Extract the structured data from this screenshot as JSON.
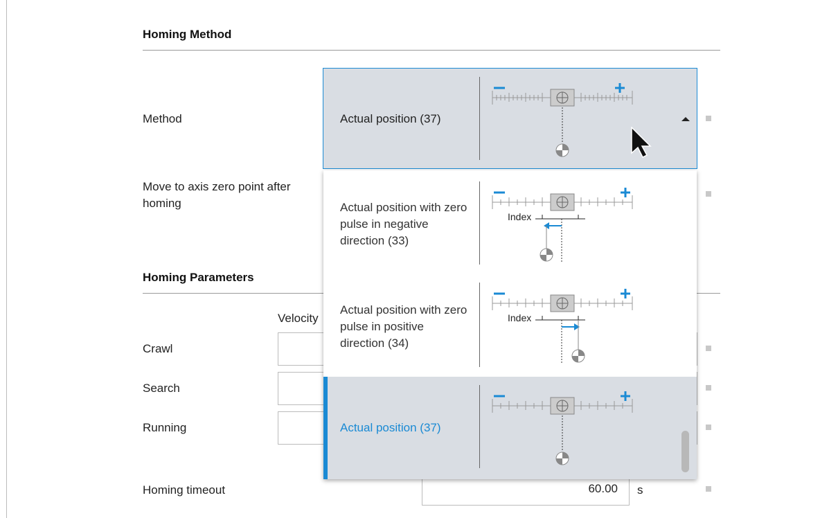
{
  "homing_method": {
    "section_title": "Homing Method",
    "method_label": "Method",
    "method_value": "Actual position (37)",
    "move_zero_label_line1": "Move to axis zero point after",
    "move_zero_label_line2": "homing"
  },
  "dropdown": {
    "options": [
      {
        "line1": "Actual position with zero",
        "line2": "pulse in negative",
        "line3": "direction (33)",
        "diagram_label": "Index"
      },
      {
        "line1": "Actual position with zero",
        "line2": "pulse in positive",
        "line3": "direction (34)",
        "diagram_label": "Index"
      },
      {
        "line1": "Actual position (37)"
      }
    ],
    "selected_index": 2
  },
  "homing_parameters": {
    "section_title": "Homing Parameters",
    "velocity_header": "Velocity",
    "rows": [
      "Crawl",
      "Search",
      "Running"
    ],
    "timeout_label": "Homing timeout",
    "timeout_value": "60.00",
    "timeout_unit": "s"
  },
  "icons": {
    "combo_arrow": "caret-up-icon",
    "cursor": "mouse-pointer-icon",
    "diagram": "axis-scale-diagram-icon"
  },
  "colors": {
    "accent": "#1a8ad4",
    "combo_bg": "#d9dde3"
  }
}
